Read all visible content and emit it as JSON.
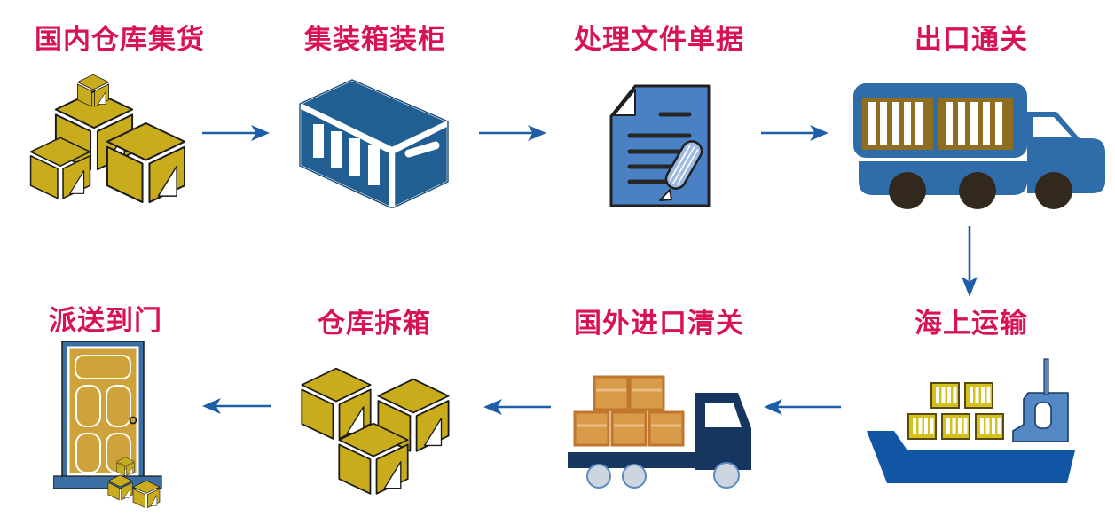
{
  "diagram": {
    "type": "flowchart",
    "steps": [
      {
        "id": 1,
        "label": "国内仓库集货",
        "icon": "warehouse-boxes-icon"
      },
      {
        "id": 2,
        "label": "集装箱装柜",
        "icon": "shipping-container-icon"
      },
      {
        "id": 3,
        "label": "处理文件单据",
        "icon": "document-pencil-icon"
      },
      {
        "id": 4,
        "label": "出口通关",
        "icon": "container-truck-icon"
      },
      {
        "id": 5,
        "label": "海上运输",
        "icon": "cargo-ship-icon"
      },
      {
        "id": 6,
        "label": "国外进口清关",
        "icon": "delivery-truck-icon"
      },
      {
        "id": 7,
        "label": "仓库拆箱",
        "icon": "unpacking-boxes-icon"
      },
      {
        "id": 8,
        "label": "派送到门",
        "icon": "door-delivery-icon"
      }
    ],
    "flow_order": [
      "国内仓库集货",
      "集装箱装柜",
      "处理文件单据",
      "出口通关",
      "海上运输",
      "国外进口清关",
      "仓库拆箱",
      "派送到门"
    ],
    "arrows": [
      {
        "from": 1,
        "to": 2,
        "direction": "right"
      },
      {
        "from": 2,
        "to": 3,
        "direction": "right"
      },
      {
        "from": 3,
        "to": 4,
        "direction": "right"
      },
      {
        "from": 4,
        "to": 5,
        "direction": "down"
      },
      {
        "from": 5,
        "to": 6,
        "direction": "left"
      },
      {
        "from": 6,
        "to": 7,
        "direction": "left"
      },
      {
        "from": 7,
        "to": 8,
        "direction": "left"
      }
    ],
    "colors": {
      "label_text": "#D81355",
      "arrow_blue": "#1E5EA8",
      "container_blue": "#215E92",
      "document_blue": "#4A81C5",
      "truck_blue": "#2E6DA9",
      "navy_blue": "#17365F",
      "ship_hull_blue": "#1156A4",
      "ship_bridge_blue": "#5488C5",
      "box_gold": "#C9AC1B",
      "door_gold": "#CFA33C",
      "door_frame_blue": "#3A6EA5",
      "crate_tan": "#D89B4A",
      "crate_brown": "#8E6D20",
      "wheel_dark": "#32281E",
      "wheel_light": "#CDD5E0"
    }
  }
}
